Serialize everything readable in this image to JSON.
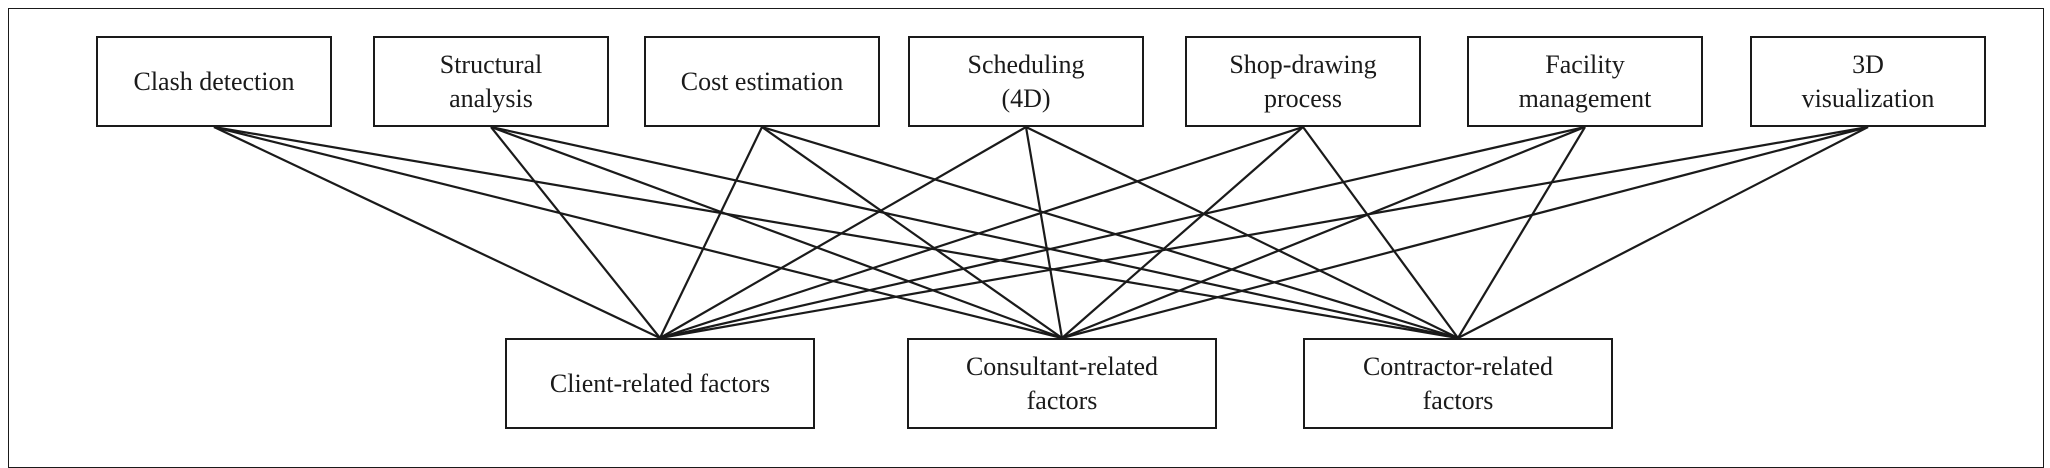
{
  "diagram": {
    "top_nodes": [
      {
        "id": "clash",
        "label": "Clash detection"
      },
      {
        "id": "structural",
        "label": "Structural\nanalysis"
      },
      {
        "id": "cost",
        "label": "Cost estimation"
      },
      {
        "id": "scheduling",
        "label": "Scheduling\n(4D)"
      },
      {
        "id": "shop",
        "label": "Shop-drawing\nprocess"
      },
      {
        "id": "facility",
        "label": "Facility\nmanagement"
      },
      {
        "id": "visualization",
        "label": "3D\nvisualization"
      }
    ],
    "bottom_nodes": [
      {
        "id": "client",
        "label": "Client-related factors"
      },
      {
        "id": "consultant",
        "label": "Consultant-related\nfactors"
      },
      {
        "id": "contractor",
        "label": "Contractor-related\nfactors"
      }
    ],
    "edges": [
      [
        "clash",
        "client"
      ],
      [
        "clash",
        "consultant"
      ],
      [
        "clash",
        "contractor"
      ],
      [
        "structural",
        "client"
      ],
      [
        "structural",
        "consultant"
      ],
      [
        "structural",
        "contractor"
      ],
      [
        "cost",
        "client"
      ],
      [
        "cost",
        "consultant"
      ],
      [
        "cost",
        "contractor"
      ],
      [
        "scheduling",
        "client"
      ],
      [
        "scheduling",
        "consultant"
      ],
      [
        "scheduling",
        "contractor"
      ],
      [
        "shop",
        "client"
      ],
      [
        "shop",
        "consultant"
      ],
      [
        "shop",
        "contractor"
      ],
      [
        "facility",
        "client"
      ],
      [
        "facility",
        "consultant"
      ],
      [
        "facility",
        "contractor"
      ],
      [
        "visualization",
        "client"
      ],
      [
        "visualization",
        "consultant"
      ],
      [
        "visualization",
        "contractor"
      ]
    ]
  }
}
